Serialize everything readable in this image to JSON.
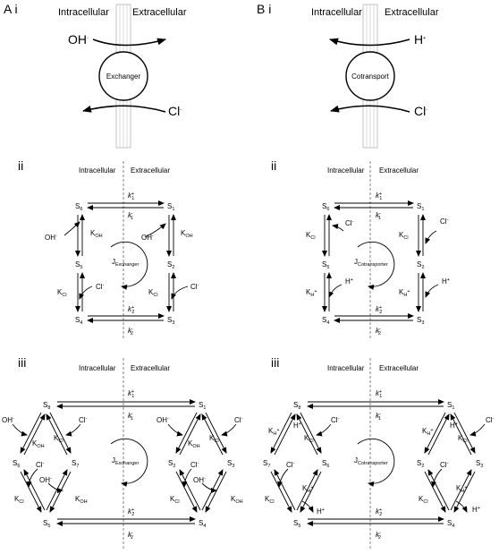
{
  "panels": {
    "A_i": "A i",
    "B_i": "B i",
    "ii": "ii",
    "iii": "iii"
  },
  "membrane": {
    "intracellular": "Intracellular",
    "extracellular": "Extracellular"
  },
  "cartoon": {
    "exchanger": "Exchanger",
    "cotransport": "Cotransport",
    "oh_base": "OH",
    "oh_sup": "-",
    "cl_base": "Cl",
    "cl_sup": "-",
    "h_base": "H",
    "h_sup": "+"
  },
  "ion": {
    "oh": "OH",
    "cl": "Cl",
    "h": "H",
    "minus": "-",
    "plus": "+"
  },
  "state_letter": "S",
  "states": [
    "1",
    "2",
    "3",
    "4",
    "5",
    "6",
    "7",
    "8"
  ],
  "rate": {
    "k": "k",
    "K": "K",
    "fwd": "+",
    "rev": "-",
    "sub1": "1",
    "sub2": "2",
    "sub_oh": "OH",
    "sub_cl": "Cl",
    "sub_h": "H"
  },
  "flux": {
    "J": "J",
    "exchanger": "Exchanger",
    "cotransporter": "Cotransporter"
  }
}
